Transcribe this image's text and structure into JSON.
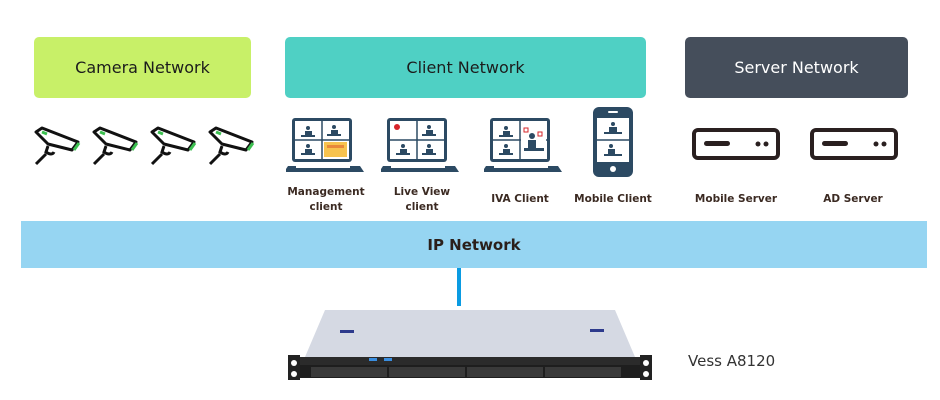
{
  "groups": {
    "camera": {
      "title": "Camera Network",
      "color": "#c8f068",
      "camera_count": 4
    },
    "client": {
      "title": "Client Network",
      "color": "#4fd0c4",
      "items": [
        {
          "label_line1": "Management",
          "label_line2": "client",
          "icon": "laptop-management-icon"
        },
        {
          "label_line1": "Live View",
          "label_line2": "client",
          "icon": "laptop-live-view-icon"
        },
        {
          "label_line1": "IVA Client",
          "label_line2": "",
          "icon": "laptop-iva-icon"
        },
        {
          "label_line1": "Mobile Client",
          "label_line2": "",
          "icon": "smartphone-icon"
        }
      ]
    },
    "server": {
      "title": "Server Network",
      "color": "#454e5b",
      "items": [
        {
          "label": "Mobile Server",
          "icon": "server-icon"
        },
        {
          "label": "AD Server",
          "icon": "server-icon"
        }
      ]
    }
  },
  "ip_network": {
    "title": "IP Network",
    "color": "#96d5f2"
  },
  "appliance": {
    "label": "Vess A8120"
  }
}
